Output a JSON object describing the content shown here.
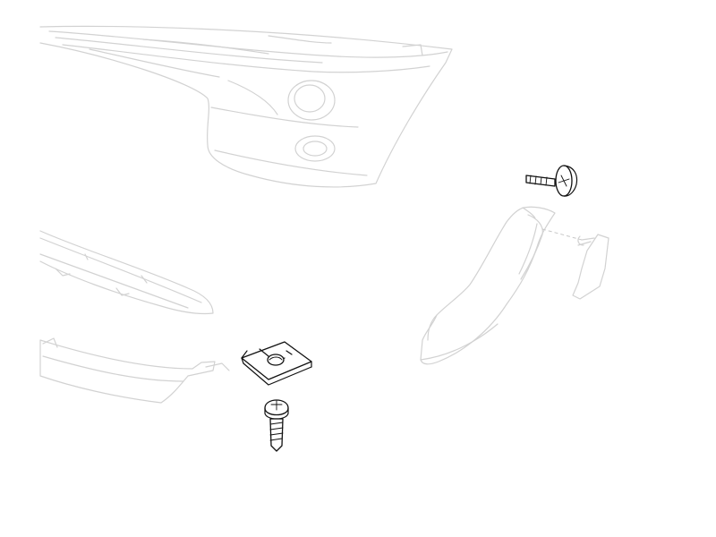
{
  "diagram": {
    "type": "exploded-parts-view",
    "style": "line-art",
    "parts": [
      {
        "id": "bumper-cover",
        "emphasis": "ghosted"
      },
      {
        "id": "left-lower-trim-strip",
        "emphasis": "ghosted"
      },
      {
        "id": "left-lower-moulding",
        "emphasis": "ghosted"
      },
      {
        "id": "speed-nut-clip",
        "emphasis": "highlighted"
      },
      {
        "id": "lower-screw",
        "emphasis": "highlighted"
      },
      {
        "id": "right-side-panel",
        "emphasis": "ghosted"
      },
      {
        "id": "right-small-bracket",
        "emphasis": "ghosted"
      },
      {
        "id": "upper-screw",
        "emphasis": "highlighted"
      }
    ],
    "colors": {
      "ghost": "#d2d2d2",
      "ink": "#111111",
      "background": "#ffffff"
    }
  }
}
